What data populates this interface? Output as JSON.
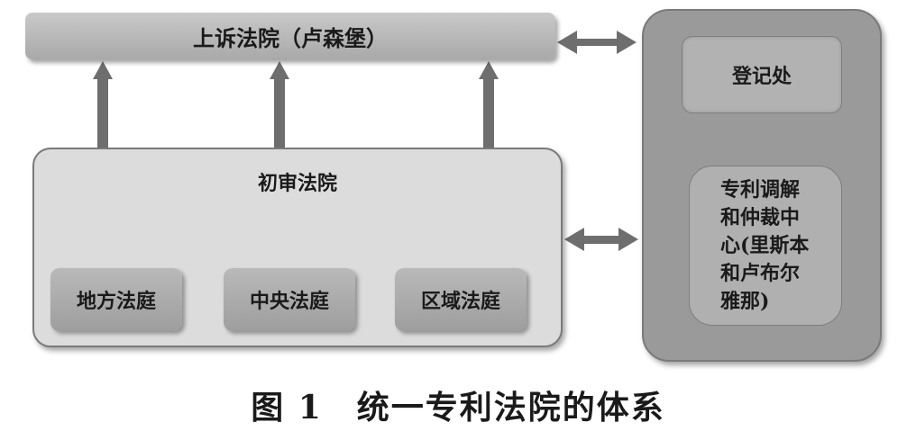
{
  "appeal_court": "上诉法院（卢森堡）",
  "first_instance": {
    "title": "初审法院",
    "divisions": [
      "地方法庭",
      "中央法庭",
      "区域法庭"
    ]
  },
  "registry": "登记处",
  "mediation_center": "专利调解和仲裁中心(里斯本和卢布尔雅那)",
  "caption": "图 1　统一专利法院的体系"
}
